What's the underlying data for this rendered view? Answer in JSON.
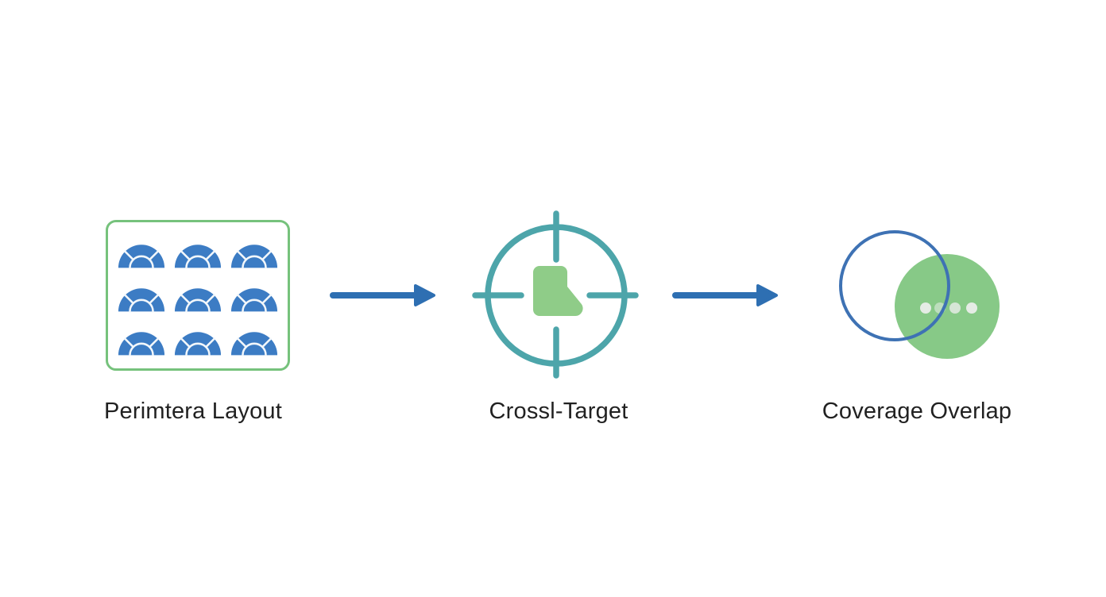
{
  "diagram": {
    "steps": [
      {
        "label": "Perimtera Layout",
        "icon": "dome-grid-icon",
        "dome_grid": {
          "rows": 3,
          "cols": 3
        }
      },
      {
        "label": "Crossl-Target",
        "icon": "crosshair-boot-icon"
      },
      {
        "label": "Coverage Overlap",
        "icon": "venn-overlap-icon",
        "dots": {
          "count": 4,
          "opacities": [
            0.95,
            0.55,
            0.8,
            0.95
          ]
        }
      }
    ],
    "connectors": [
      {
        "type": "arrow-right"
      },
      {
        "type": "arrow-right"
      }
    ],
    "colors": {
      "canvas_bg": "#ffffff",
      "dome_blue": "#3c7cc4",
      "dome_divider": "#f2f7fb",
      "box_border_green": "#76c27c",
      "crosshair_teal": "#4da5aa",
      "boot_green": "#8fcc88",
      "arrow_blue": "#2e6fb2",
      "outline_circle_blue": "#3e72b4",
      "filled_circle_green": "#87c987",
      "overlap_dot": "#eaeeea",
      "label_text": "#212121"
    }
  }
}
